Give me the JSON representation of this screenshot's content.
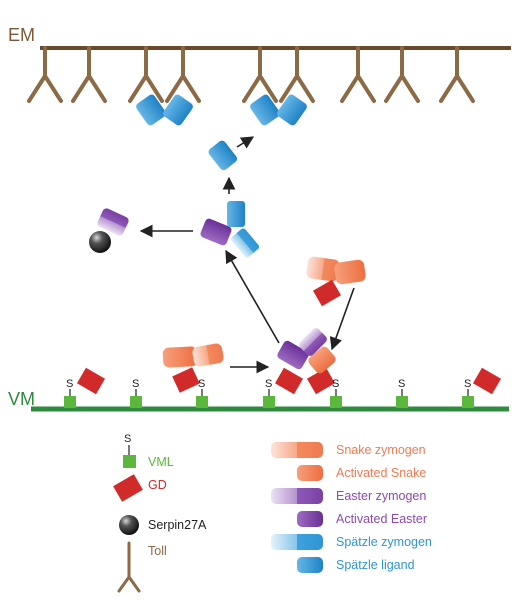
{
  "labels": {
    "em": "EM",
    "vm": "VM"
  },
  "site_label": "S",
  "legend_left": [
    {
      "name": "vml",
      "label": "VML",
      "color": "#5cb83c"
    },
    {
      "name": "gd",
      "label": "GD",
      "color": "#d12a2a"
    },
    {
      "name": "serpin",
      "label": "Serpin27A",
      "color": "#222222"
    },
    {
      "name": "toll",
      "label": "Toll",
      "color": "#8b6a45"
    }
  ],
  "legend_right": [
    {
      "name": "snake-zymogen",
      "label": "Snake zymogen",
      "color": "#f07a50"
    },
    {
      "name": "activated-snake",
      "label": "Activated Snake",
      "color": "#f07a50"
    },
    {
      "name": "easter-zymogen",
      "label": "Easter zymogen",
      "color": "#8a4bb0"
    },
    {
      "name": "activated-easter",
      "label": "Activated Easter",
      "color": "#8a4bb0"
    },
    {
      "name": "spatzle-zymogen",
      "label": "Spätzle zymogen",
      "color": "#2f95d6"
    },
    {
      "name": "spatzle-ligand",
      "label": "Spätzle ligand",
      "color": "#2f95d6"
    }
  ],
  "colors": {
    "em_line": "#6b4a2b",
    "toll": "#8b6a45",
    "vm_line": "#2e8b3e",
    "vml": "#5cb83c",
    "gd": "#d12a2a",
    "snake": "#f07a50",
    "snake_light": "#fbd2c2",
    "easter": "#7a3fa3",
    "easter_light": "#d6c2e6",
    "spatzle": "#2f95d6",
    "spatzle_light": "#cfe8f6",
    "arrow": "#222222",
    "em_text": "#7a5a36",
    "vm_text": "#2e8b3e"
  }
}
